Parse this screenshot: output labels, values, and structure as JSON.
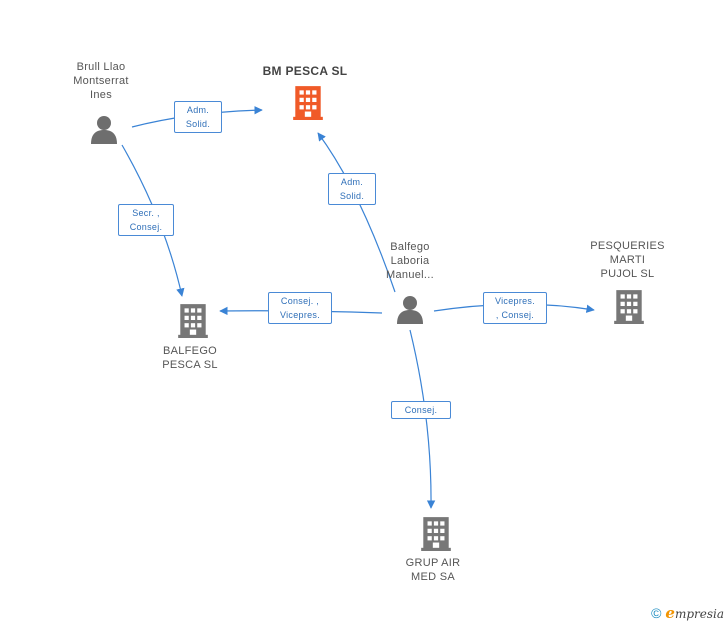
{
  "colors": {
    "edge": "#3a83d5",
    "company_icon": "#777777",
    "company_highlight": "#f05a28",
    "person_icon": "#6e6e6e"
  },
  "nodes": {
    "brull": {
      "label": "Brull Llao\nMontserrat\nInes",
      "icon": "person-icon"
    },
    "bmpesca": {
      "label": "BM PESCA SL",
      "icon": "building-icon"
    },
    "balfego_person": {
      "label": "Balfego\nLaboria\nManuel...",
      "icon": "person-icon"
    },
    "pesqueries": {
      "label": "PESQUERIES\nMARTI\nPUJOL SL",
      "icon": "building-icon"
    },
    "balfego_pesca": {
      "label": "BALFEGO\nPESCA SL",
      "icon": "building-icon"
    },
    "grup_air": {
      "label": "GRUP AIR\nMED SA",
      "icon": "building-icon"
    }
  },
  "edges": {
    "brull_bmpesca": "Adm.\nSolid.",
    "brull_balfego_pesca": "Secr. ,\nConsej.",
    "person_bmpesca": "Adm.\nSolid.",
    "person_balfego_pesca": "Consej. ,\nVicepres.",
    "person_pesqueries": "Vicepres.\n, Consej.",
    "person_grup_air": "Consej."
  },
  "footer": {
    "copyright": "©",
    "brand_initial": "e",
    "brand_rest": "mpresia"
  }
}
